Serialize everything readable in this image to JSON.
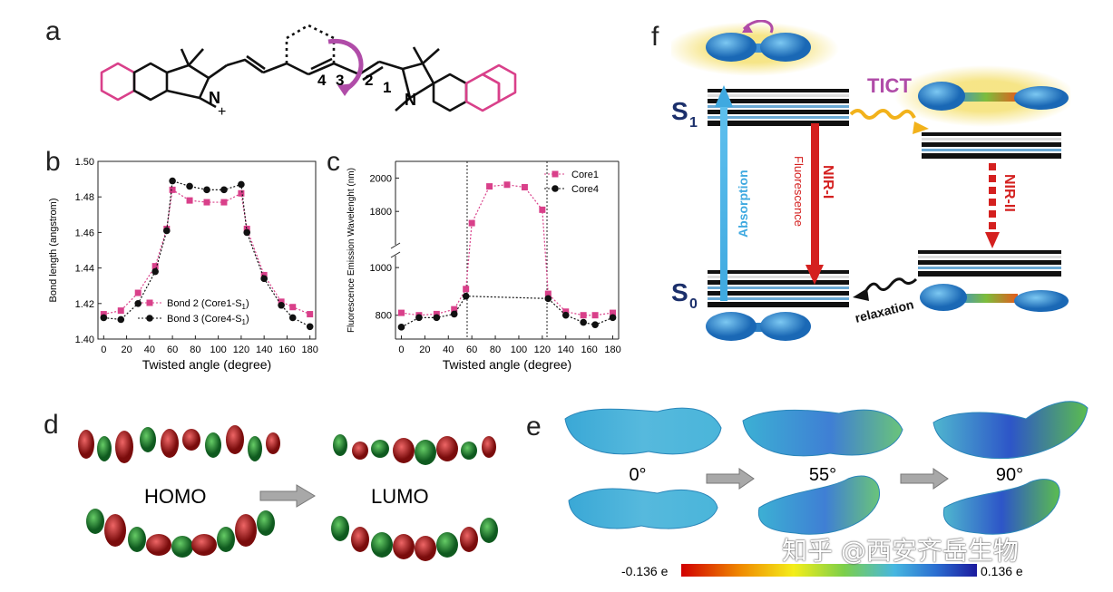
{
  "panels": {
    "a": "a",
    "b": "b",
    "c": "c",
    "d": "d",
    "e": "e",
    "f": "f"
  },
  "panel_a": {
    "n_plus": "N",
    "plus": "+",
    "n": "N",
    "bond_labels": [
      "4",
      "3",
      "2",
      "1"
    ]
  },
  "chart_data": [
    {
      "panel": "b",
      "type": "line",
      "xlabel": "Twisted angle (degree)",
      "ylabel": "Bond length (angstrom)",
      "xlim": [
        -5,
        185
      ],
      "ylim": [
        1.4,
        1.5
      ],
      "xticks": [
        0,
        20,
        40,
        60,
        80,
        100,
        120,
        140,
        160,
        180
      ],
      "yticks": [
        1.4,
        1.42,
        1.44,
        1.46,
        1.48,
        1.5
      ],
      "legend_placement": "bottom-right",
      "series": [
        {
          "name": "Bond 2 (Core1-S",
          "sub": "1",
          "close": ")",
          "color": "#d9408a",
          "marker": "square",
          "x": [
            0,
            15,
            30,
            45,
            55,
            60,
            75,
            90,
            105,
            120,
            125,
            140,
            155,
            165,
            180
          ],
          "y": [
            1.414,
            1.416,
            1.426,
            1.441,
            1.462,
            1.484,
            1.478,
            1.477,
            1.477,
            1.482,
            1.462,
            1.436,
            1.421,
            1.418,
            1.414
          ]
        },
        {
          "name": "Bond 3 (Core4-S",
          "sub": "1",
          "close": ")",
          "color": "#111111",
          "marker": "circle",
          "x": [
            0,
            15,
            30,
            45,
            55,
            60,
            75,
            90,
            105,
            120,
            125,
            140,
            155,
            165,
            180
          ],
          "y": [
            1.412,
            1.411,
            1.42,
            1.438,
            1.461,
            1.489,
            1.486,
            1.484,
            1.484,
            1.487,
            1.46,
            1.434,
            1.419,
            1.412,
            1.407
          ]
        }
      ]
    },
    {
      "panel": "c",
      "type": "line",
      "xlabel": "Twisted angle (degree)",
      "ylabel": "Fluorescence Emission Wavelenght (nm)",
      "xlim": [
        -5,
        185
      ],
      "broken_axis": true,
      "yticks_lower": [
        800,
        1000
      ],
      "yticks_upper": [
        1800,
        2000
      ],
      "xticks": [
        0,
        20,
        40,
        60,
        80,
        100,
        120,
        140,
        160,
        180
      ],
      "vlines": [
        56,
        124
      ],
      "legend_placement": "top-right",
      "series": [
        {
          "name": "Core1",
          "color": "#d9408a",
          "marker": "square",
          "x": [
            0,
            15,
            30,
            45,
            55,
            60,
            75,
            90,
            105,
            120,
            125,
            140,
            155,
            165,
            180
          ],
          "y": [
            810,
            800,
            805,
            825,
            910,
            1730,
            1950,
            1960,
            1945,
            1810,
            890,
            815,
            800,
            800,
            810
          ]
        },
        {
          "name": "Core4",
          "color": "#111111",
          "marker": "circle",
          "x": [
            0,
            15,
            30,
            45,
            55,
            125,
            140,
            155,
            165,
            180
          ],
          "y": [
            750,
            790,
            790,
            805,
            880,
            870,
            800,
            770,
            760,
            790
          ]
        }
      ]
    }
  ],
  "panel_d": {
    "homo": "HOMO",
    "lumo": "LUMO"
  },
  "panel_e": {
    "angles": [
      "0°",
      "55°",
      "90°"
    ],
    "scale_min": "-0.136 e",
    "scale_max": "0.136 e"
  },
  "panel_f": {
    "s1": "S",
    "s1_sub": "1",
    "s0": "S",
    "s0_sub": "0",
    "tict": "TICT",
    "absorption": "Absorption",
    "fluorescence": "Fluorescence",
    "nir1": "NIR-I",
    "nir2": "NIR-II",
    "relaxation": "relaxation"
  },
  "watermark": "知乎 @西安齐岳生物",
  "colors": {
    "pink": "#d9408a",
    "black": "#111111",
    "blue_arrow": "#3fa9e0",
    "red_arrow": "#d4201f",
    "tict": "#b04ca8",
    "yellow_glow": "#f5e27a"
  }
}
